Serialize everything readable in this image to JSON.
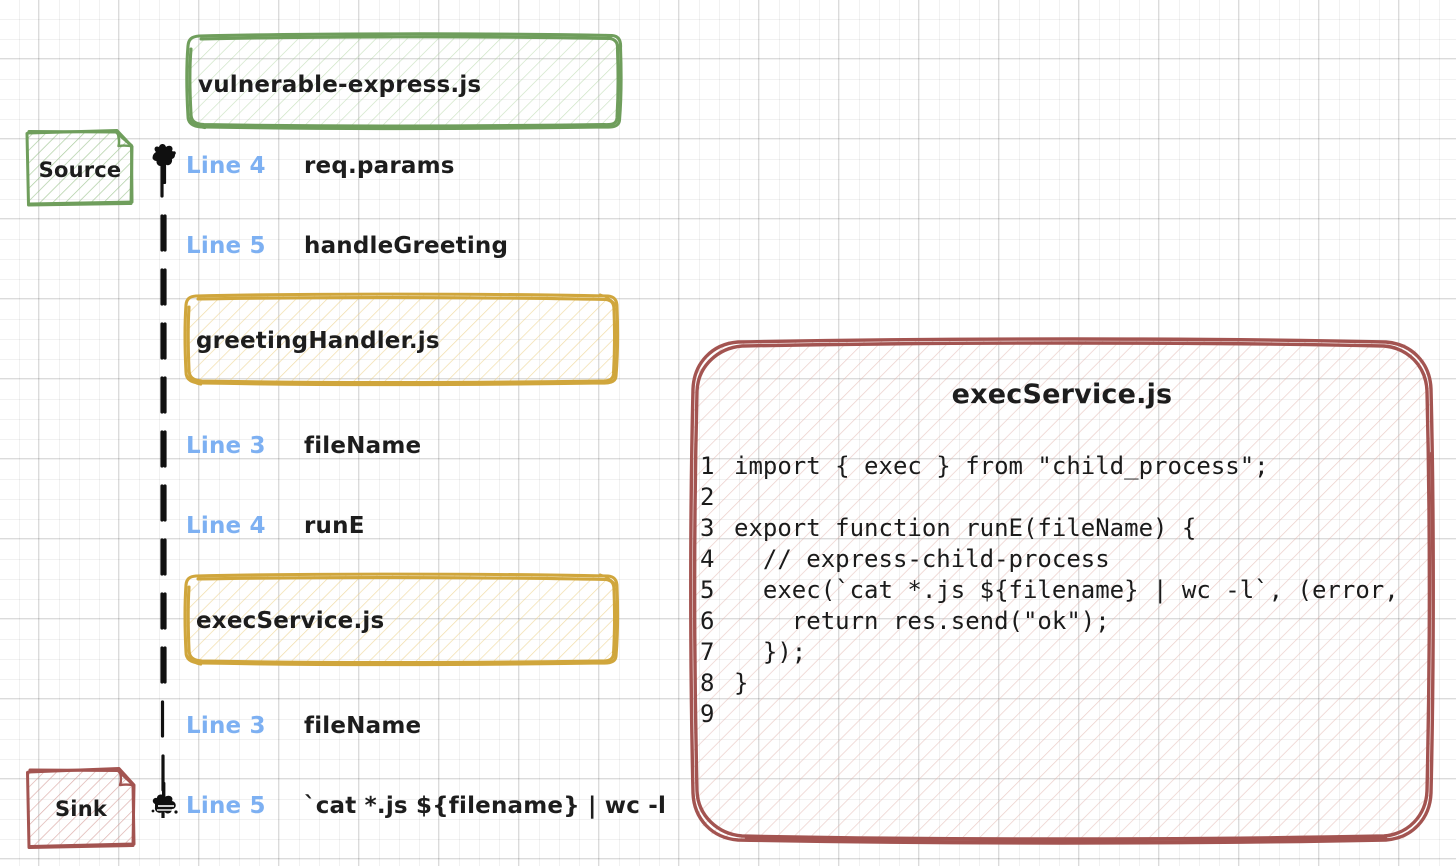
{
  "diagram": {
    "title": "taint-flow-trace",
    "source_node": {
      "label": "Source",
      "color": "#6f9e5c"
    },
    "sink_node": {
      "label": "Sink",
      "color": "#a35451"
    },
    "files": [
      {
        "name": "vulnerable-express.js",
        "color": "#6f9e5c",
        "fill": "#e8f1e2"
      },
      {
        "name": "greetingHandler.js",
        "color": "#d0a63c",
        "fill": "#fcf5dd"
      },
      {
        "name": "execService.js",
        "color": "#d0a63c",
        "fill": "#fcf5dd"
      }
    ],
    "steps": [
      {
        "line": "Line 4",
        "symbol": "req.params"
      },
      {
        "line": "Line 5",
        "symbol": "handleGreeting"
      },
      {
        "line": "Line 3",
        "symbol": "fileName"
      },
      {
        "line": "Line 4",
        "symbol": "runE"
      },
      {
        "line": "Line 3",
        "symbol": "fileName"
      },
      {
        "line": "Line 5",
        "symbol": "`cat *.js ${filename} | wc -l"
      }
    ],
    "line_label_color": "#7db0f2"
  },
  "code_panel": {
    "title": "execService.js",
    "color": "#a35451",
    "fill": "#fbeeec",
    "lines": [
      {
        "no": "1",
        "text": "import { exec } from \"child_process\";"
      },
      {
        "no": "2",
        "text": ""
      },
      {
        "no": "3",
        "text": "export function runE(fileName) {"
      },
      {
        "no": "4",
        "text": "  // express-child-process"
      },
      {
        "no": "5",
        "text": "  exec(`cat *.js ${filename} | wc -l`, (error,"
      },
      {
        "no": "6",
        "text": "    return res.send(\"ok\");"
      },
      {
        "no": "7",
        "text": "  });"
      },
      {
        "no": "8",
        "text": "}"
      },
      {
        "no": "9",
        "text": ""
      }
    ]
  }
}
